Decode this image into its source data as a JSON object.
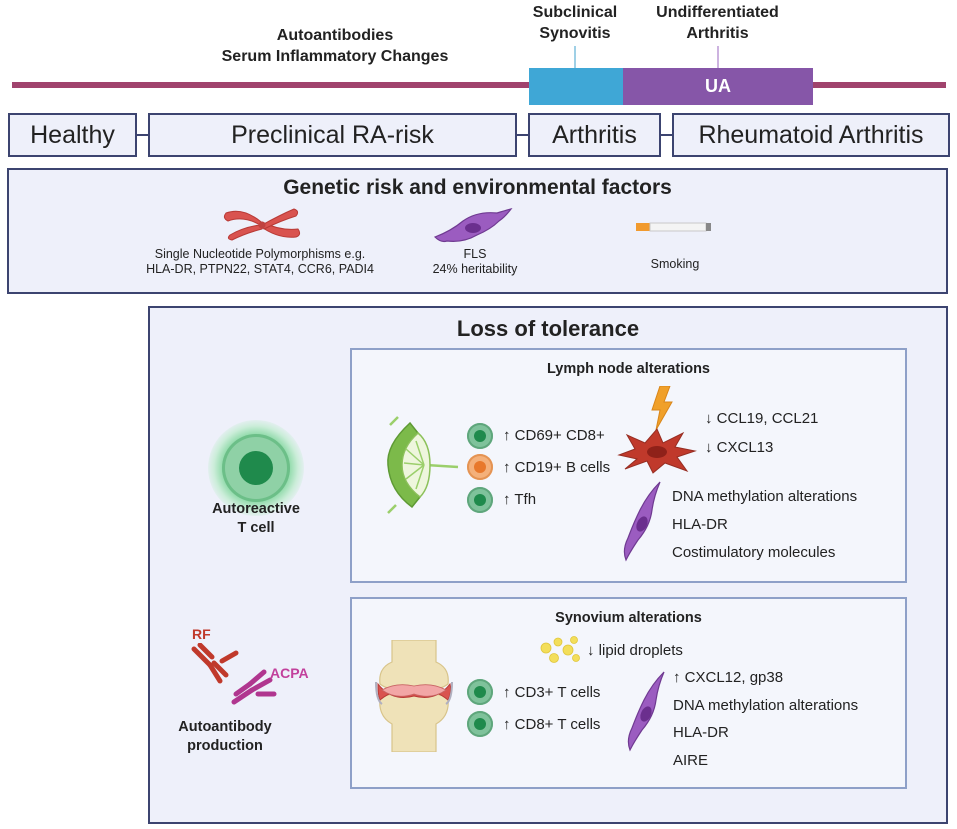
{
  "timeline": {
    "labels": {
      "autoantibodies": "Autoantibodies",
      "serum": "Serum Inflammatory Changes",
      "subclinical_line1": "Subclinical",
      "subclinical_line2": "Synovitis",
      "undiff_line1": "Undifferentiated",
      "undiff_line2": "Arthritis"
    },
    "ua_label": "UA",
    "stages": [
      "Healthy",
      "Preclinical RA-risk",
      "Arthritis",
      "Rheumatoid Arthritis"
    ]
  },
  "genetic": {
    "title": "Genetic risk and environmental factors",
    "snp_line1": "Single Nucleotide Polymorphisms e.g.",
    "snp_line2": "HLA-DR, PTPN22, STAT4, CCR6, PADI4",
    "fls_line1": "FLS",
    "fls_line2": "24% heritability",
    "smoking": "Smoking"
  },
  "tolerance": {
    "title": "Loss of tolerance",
    "tcell_line1": "Autoreactive",
    "tcell_line2": "T cell",
    "rf": "RF",
    "acpa": "ACPA",
    "autoab_line1": "Autoantibody",
    "autoab_line2": "production",
    "lymph": {
      "title": "Lymph node alterations",
      "cells": [
        "↑ CD69+ CD8+",
        "↑ CD19+ B cells",
        "↑ Tfh"
      ],
      "stromal": [
        "↓ CCL19, CCL21",
        "↓ CXCL13"
      ],
      "fls": [
        "DNA methylation alterations",
        "HLA-DR",
        "Costimulatory molecules"
      ]
    },
    "synovium": {
      "title": "Synovium alterations",
      "lipid": "↓ lipid droplets",
      "cells": [
        "↑ CD3+ T cells",
        "↑ CD8+ T cells"
      ],
      "fls": [
        "↑ CXCL12, gp38",
        "DNA methylation alterations",
        "HLA-DR",
        "AIRE"
      ]
    }
  },
  "colors": {
    "timeline": "#a0436d",
    "subclinical": "#3fa7d6",
    "ua": "#8656a8",
    "panel_border": "#3c4470",
    "panel_fill": "#eef0fa"
  }
}
